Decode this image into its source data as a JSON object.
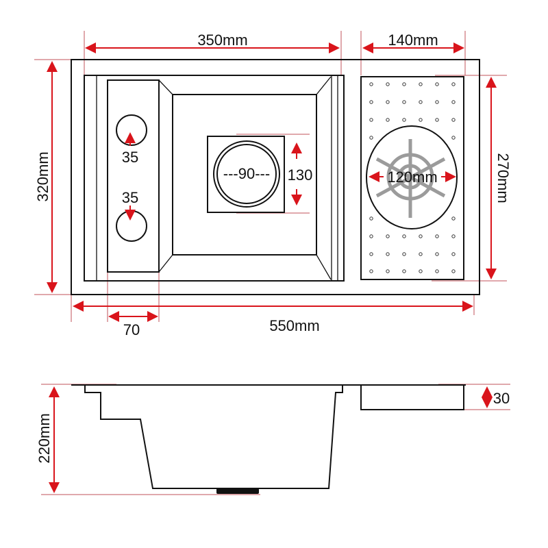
{
  "colors": {
    "dimension": "#d9141b",
    "outline": "#111111",
    "strainer": "#8a8a8a"
  },
  "top_view": {
    "width_bowl": "350mm",
    "width_drainboard": "140mm",
    "depth_total": "320mm",
    "depth_drainboard": "270mm",
    "width_total": "550mm",
    "tray_width": "70",
    "hole_top": "35",
    "hole_bottom": "35",
    "drain_diameter": "---90---",
    "drain_square": "130",
    "strainer_diameter": "120mm"
  },
  "side_view": {
    "depth": "220mm",
    "drainboard_height": "30"
  }
}
